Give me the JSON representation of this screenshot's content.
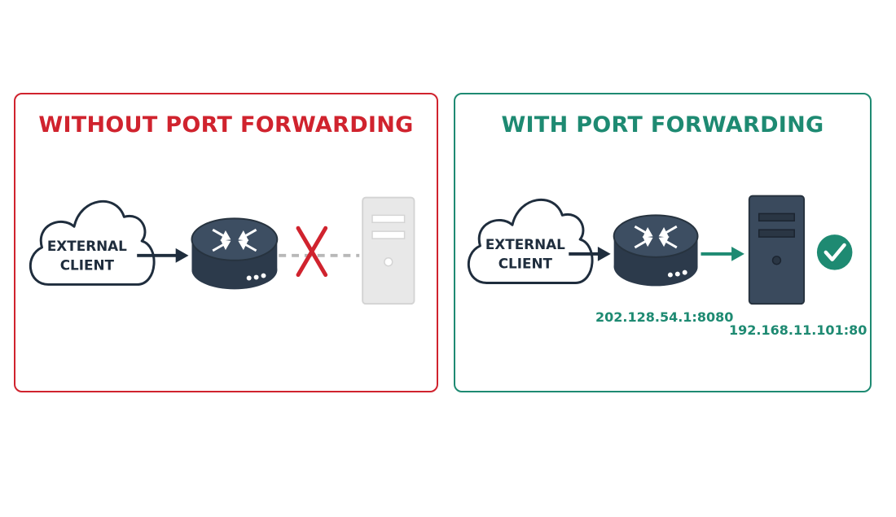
{
  "panels": {
    "without": {
      "title": "WITHOUT PORT FORWARDING",
      "client_line1": "EXTERNAL",
      "client_line2": "CLIENT",
      "color": "#d0232e"
    },
    "with": {
      "title": "WITH PORT FORWARDING",
      "client_line1": "EXTERNAL",
      "client_line2": "CLIENT",
      "router_address": "202.128.54.1:8080",
      "server_address": "192.168.11.101:80",
      "color": "#1e8a72"
    }
  },
  "icons": {
    "client": "cloud-icon",
    "router": "router-icon",
    "server": "server-icon",
    "blocked": "x-mark-icon",
    "success": "checkmark-circle-icon"
  }
}
